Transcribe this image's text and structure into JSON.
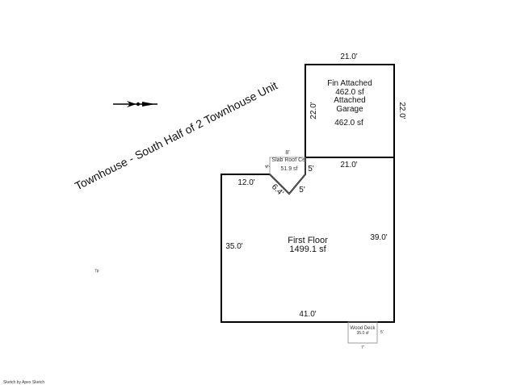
{
  "title": "Townhouse - South Half of 2 Townhouse Unit",
  "footer": "Sketch by Apex Sketch",
  "stray_mark": "7p",
  "colors": {
    "line": "#000000",
    "thin_line": "#888888",
    "text": "#111111"
  },
  "garage": {
    "name_line1": "Fin Attached",
    "area_line1": "462.0 sf",
    "name_line2": "Attached",
    "name_line3": "Garage",
    "area_line2": "462.0 sf",
    "dims": {
      "top": "21.0'",
      "left": "22.0'",
      "right": "22.0'",
      "bottom": "21.0'"
    }
  },
  "slab": {
    "name": "Slab Roof Cei",
    "area": "51.9 sf",
    "dims": {
      "top": "8'",
      "left": "4'",
      "right": "5'"
    }
  },
  "first_floor": {
    "name": "First Floor",
    "area": "1499.1 sf",
    "dims": {
      "top_left": "12.0'",
      "diagonal": "6.4'",
      "notch": "5'",
      "left": "35.0'",
      "right": "39.0'",
      "bottom": "41.0'"
    }
  },
  "wood_deck": {
    "name": "Wood Deck",
    "area": "35.0 sf",
    "dims": {
      "right": "5'",
      "bottom": "7'"
    }
  }
}
